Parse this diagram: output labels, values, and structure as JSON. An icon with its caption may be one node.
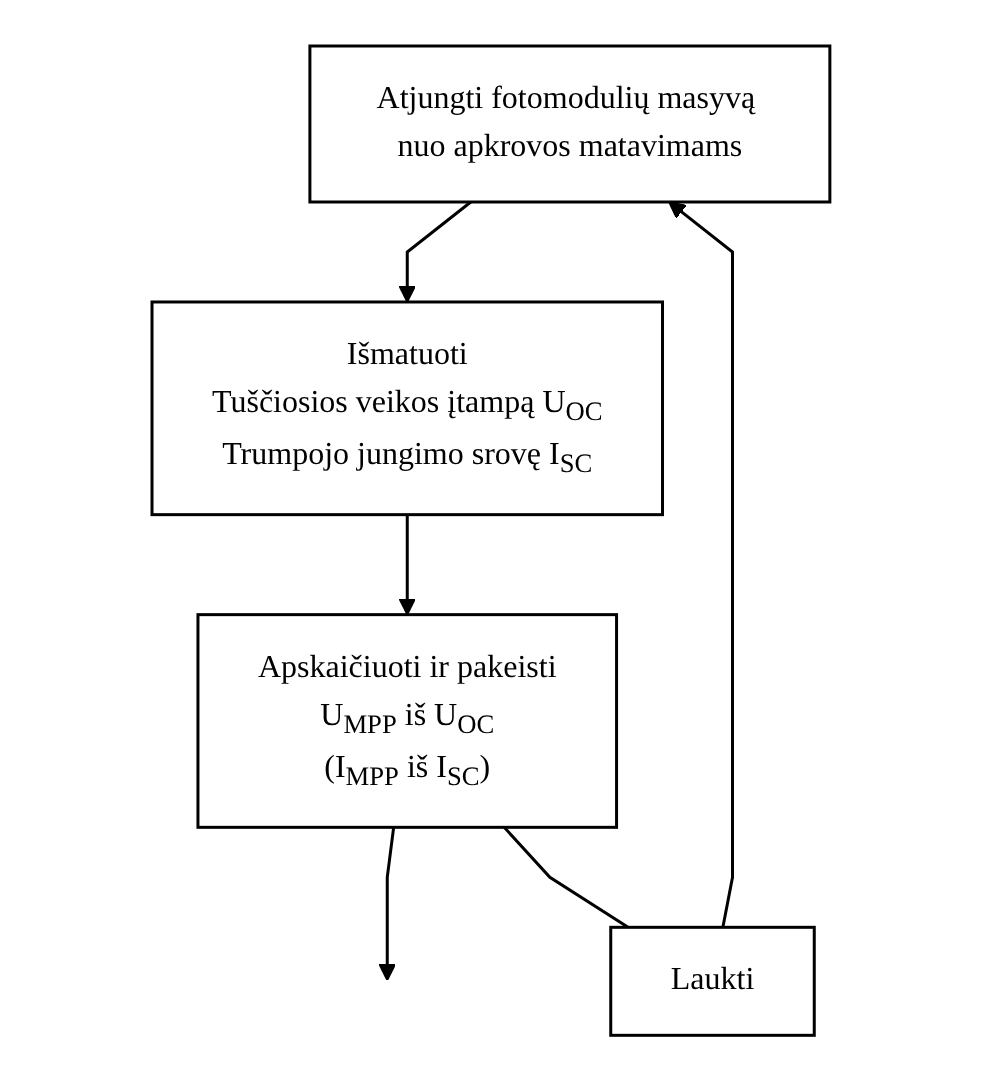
{
  "diagram": {
    "nodes": [
      {
        "text": [
          "Atjungti fotomodulių masyvą nuo apkrovos matavimams"
        ]
      },
      {
        "text": [
          "Išmatuoti",
          "Tuščiosios veikos įtampą U$_{OC}$",
          "Trumpojo jungimo srovę I$_{SC}$"
        ]
      },
      {
        "text": [
          "Apskaičiuoti ir pakeisti",
          "U$_{MPP}$ iš U$_{OC}$",
          "(I$_{MPP}$ iš I$_{SC}$)"
        ]
      },
      {
        "text": [
          "Laukti"
        ]
      }
    ],
    "edges": [
      {
        "from": 0,
        "to": 1,
        "arrow": "to"
      },
      {
        "from": 1,
        "to": 2,
        "arrow": "to"
      },
      {
        "from": 2,
        "to": null,
        "arrow": "to"
      },
      {
        "from": 2,
        "to": 3,
        "arrow": "none"
      },
      {
        "from": 3,
        "to": 0,
        "arrow": "to"
      }
    ]
  }
}
